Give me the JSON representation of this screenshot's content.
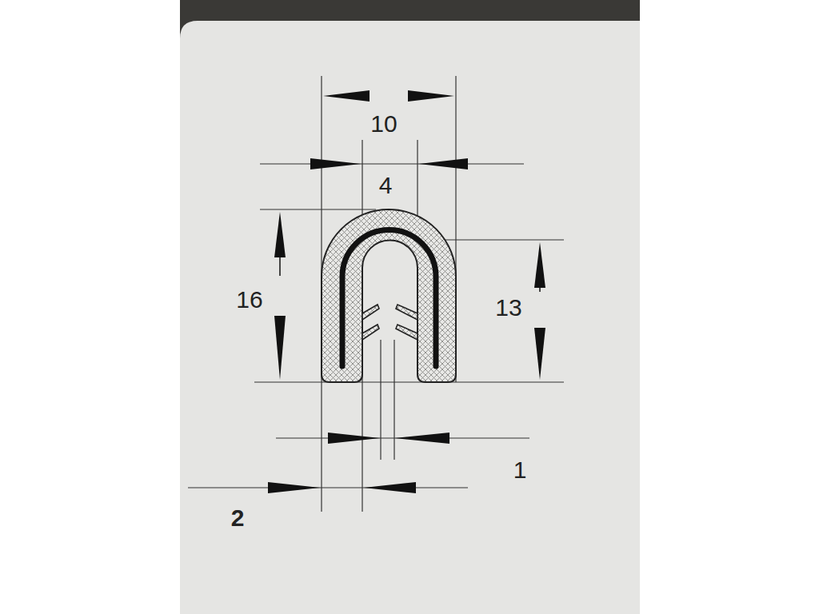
{
  "diagram": {
    "labels": [
      "10",
      "4",
      "16",
      "13",
      "1",
      "2"
    ]
  }
}
